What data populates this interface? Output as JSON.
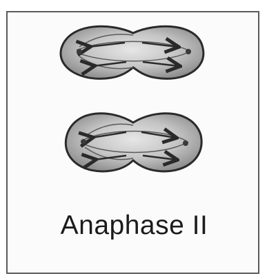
{
  "figure": {
    "caption": "Anaphase II",
    "panels": [
      {
        "name": "upper-dividing-cell"
      },
      {
        "name": "lower-dividing-cell"
      }
    ]
  },
  "colors": {
    "cell_fill": "#bdbdbd",
    "cell_edge": "#2a2a2a",
    "spindle": "#3a3a3a",
    "caption_text": "#1c1c1c",
    "frame_border": "#5a5a5a"
  }
}
